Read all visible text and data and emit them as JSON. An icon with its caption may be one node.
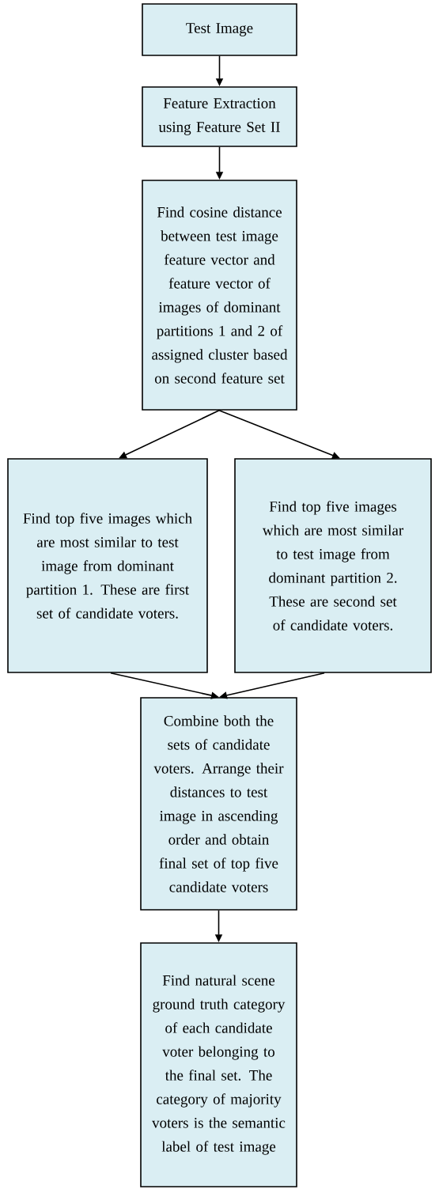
{
  "diagram": {
    "nodes": [
      {
        "text": [
          "Test Image"
        ]
      },
      {
        "text": [
          "Feature Extraction using Feature Set II"
        ]
      },
      {
        "text": [
          "Find cosine distance between test image feature vector and feature vector of images of dominant partitions 1 and 2 of assigned cluster based on second feature set"
        ]
      },
      {
        "text": [
          "Find top five images which are most similar to test image from dominant partition 1. These are first set of candidate voters."
        ]
      },
      {
        "text": [
          "Find top five images which are most similar to test image from dominant partition 2. These are second set of candidate voters."
        ]
      },
      {
        "text": [
          "Combine both the sets of candidate voters. Arrange their distances to test image in ascending order and obtain final set of top five candidate voters"
        ]
      },
      {
        "text": [
          "Find natural scene ground truth category of each candidate voter belonging to the final set.  The category of majority voters is the semantic label of test image"
        ]
      }
    ],
    "edges": [
      {
        "from": 0,
        "to": 1,
        "arrow": "to"
      },
      {
        "from": 1,
        "to": 2,
        "arrow": "to"
      },
      {
        "from": 2,
        "to": 3,
        "arrow": "to"
      },
      {
        "from": 2,
        "to": 4,
        "arrow": "to"
      },
      {
        "from": 3,
        "to": 5,
        "arrow": "to"
      },
      {
        "from": 4,
        "to": 5,
        "arrow": "to"
      },
      {
        "from": 5,
        "to": 6,
        "arrow": "to"
      }
    ]
  }
}
